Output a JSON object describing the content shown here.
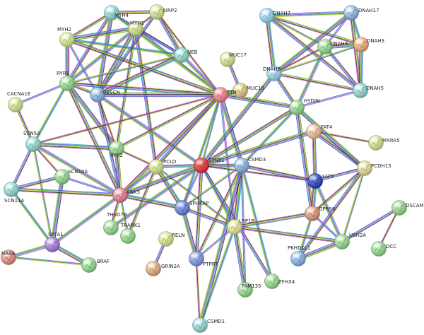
{
  "edge_colors": [
    "#4a4ad9",
    "#2aa52a",
    "#d4c52a",
    "#1a1a1a",
    "#cc44cc",
    "#2ab0c8"
  ],
  "nodes": [
    {
      "id": "MYH4",
      "label": "MYH4",
      "color": "#9ed4cf"
    },
    {
      "id": "XIRP2",
      "label": "XIRP2",
      "color": "#cfe09a"
    },
    {
      "id": "MYH2",
      "label": "MYH2",
      "color": "#cfe09a"
    },
    {
      "id": "MYH1",
      "label": "MYH1",
      "color": "#cfe09a"
    },
    {
      "id": "NEB",
      "label": "NEB",
      "color": "#9ed4cf"
    },
    {
      "id": "MUC17",
      "label": "MUC17",
      "color": "#cfe09a"
    },
    {
      "id": "RYR1",
      "label": "RYR1",
      "color": "#9fd69a"
    },
    {
      "id": "OBSCN",
      "label": "OBSCN",
      "color": "#96b6e0"
    },
    {
      "id": "TTN",
      "label": "TTN",
      "color": "#ea8f8f"
    },
    {
      "id": "MUC16",
      "label": "MUC16",
      "color": "#d9c88f"
    },
    {
      "id": "CACNA1E",
      "label": "CACNA1E",
      "color": "#cfe09a"
    },
    {
      "id": "DNAH7",
      "label": "DNAH7",
      "color": "#9fcfe6"
    },
    {
      "id": "DNAH17",
      "label": "DNAH17",
      "color": "#9cb8e0"
    },
    {
      "id": "DNAH9",
      "label": "DNAH9",
      "color": "#9fd69a"
    },
    {
      "id": "DNAH3",
      "label": "DNAH3",
      "color": "#e9b08f"
    },
    {
      "id": "DNAH8",
      "label": "DNAH8",
      "color": "#9fcfe6"
    },
    {
      "id": "DNAH5",
      "label": "DNAH5",
      "color": "#9ed4cf"
    },
    {
      "id": "HYDIN",
      "label": "HYDIN",
      "color": "#9fd69a"
    },
    {
      "id": "SCN5A",
      "label": "SCN5A",
      "color": "#9ed4cf"
    },
    {
      "id": "RYR2",
      "label": "RYR2",
      "color": "#9fd69a"
    },
    {
      "id": "PCLO",
      "label": "PCLO",
      "color": "#cfe09a"
    },
    {
      "id": "SYNE1",
      "label": "SYNE1",
      "color": "#e05050"
    },
    {
      "id": "CSMD3",
      "label": "CSMD3",
      "color": "#96b6e0"
    },
    {
      "id": "FAT4",
      "label": "FAT4",
      "color": "#e9c0a6"
    },
    {
      "id": "MXRA5",
      "label": "MXRA5",
      "color": "#cfe09a"
    },
    {
      "id": "SCN10A",
      "label": "SCN10A",
      "color": "#9fd69a"
    },
    {
      "id": "ANK3",
      "label": "ANK3",
      "color": "#e08f9a"
    },
    {
      "id": "FAT3",
      "label": "FAT3",
      "color": "#4a5ec0"
    },
    {
      "id": "PCDH15",
      "label": "PCDH15",
      "color": "#e0d6a0"
    },
    {
      "id": "SCN11A",
      "label": "SCN11A",
      "color": "#9ed4cf"
    },
    {
      "id": "SPHKAP",
      "label": "SPHKAP",
      "color": "#7a8fd6"
    },
    {
      "id": "THSD7B",
      "label": "THSD7B",
      "color": "#9fd69a"
    },
    {
      "id": "LRP1B",
      "label": "LRP1B",
      "color": "#e0e0a0"
    },
    {
      "id": "GPR98",
      "label": "GPR98",
      "color": "#d9a088"
    },
    {
      "id": "DSCAM",
      "label": "DSCAM",
      "color": "#9fd69a"
    },
    {
      "id": "TRANK1",
      "label": "TRANK1",
      "color": "#9fd69a"
    },
    {
      "id": "RELN",
      "label": "RELN",
      "color": "#cfe09a"
    },
    {
      "id": "SPTA1",
      "label": "SPTA1",
      "color": "#a98ad9"
    },
    {
      "id": "NRAS",
      "label": "NRAS",
      "color": "#d99a8f"
    },
    {
      "id": "USH2A",
      "label": "USH2A",
      "color": "#9fd69a"
    },
    {
      "id": "DCC",
      "label": "DCC",
      "color": "#9fd69a"
    },
    {
      "id": "PTPRT",
      "label": "PTPRT",
      "color": "#8fa0e0"
    },
    {
      "id": "PKHD1L1",
      "label": "PKHD1L1",
      "color": "#96b6e0"
    },
    {
      "id": "BRAF",
      "label": "BRAF",
      "color": "#9fd69a"
    },
    {
      "id": "GRIN2A",
      "label": "GRIN2A",
      "color": "#e0b08f"
    },
    {
      "id": "ZFHX4",
      "label": "ZFHX4",
      "color": "#9fd69a"
    },
    {
      "id": "FAM135B",
      "label": "FAM135",
      "color": "#9fd69a"
    },
    {
      "id": "CSMD1",
      "label": "CSMD1",
      "color": "#9ed4cf"
    }
  ],
  "edges": [
    [
      "MYH4",
      "MYH1"
    ],
    [
      "MYH4",
      "MYH2"
    ],
    [
      "MYH4",
      "RYR1"
    ],
    [
      "MYH4",
      "OBSCN"
    ],
    [
      "MYH4",
      "NEB"
    ],
    [
      "MYH4",
      "TTN"
    ],
    [
      "MYH4",
      "XIRP2"
    ],
    [
      "MYH1",
      "MYH2"
    ],
    [
      "MYH1",
      "XIRP2"
    ],
    [
      "MYH1",
      "NEB"
    ],
    [
      "MYH1",
      "RYR1"
    ],
    [
      "MYH1",
      "OBSCN"
    ],
    [
      "MYH1",
      "TTN"
    ],
    [
      "MYH1",
      "RYR2"
    ],
    [
      "MYH1",
      "PCLO"
    ],
    [
      "MYH2",
      "RYR1"
    ],
    [
      "MYH2",
      "OBSCN"
    ],
    [
      "MYH2",
      "NEB"
    ],
    [
      "MYH2",
      "TTN"
    ],
    [
      "XIRP2",
      "NEB"
    ],
    [
      "XIRP2",
      "TTN"
    ],
    [
      "XIRP2",
      "OBSCN"
    ],
    [
      "NEB",
      "TTN"
    ],
    [
      "NEB",
      "OBSCN"
    ],
    [
      "NEB",
      "RYR1"
    ],
    [
      "RYR1",
      "OBSCN"
    ],
    [
      "RYR1",
      "TTN"
    ],
    [
      "RYR1",
      "RYR2"
    ],
    [
      "RYR1",
      "CACNA1E"
    ],
    [
      "RYR1",
      "SCN5A"
    ],
    [
      "RYR1",
      "ANK3"
    ],
    [
      "OBSCN",
      "TTN"
    ],
    [
      "OBSCN",
      "RYR2"
    ],
    [
      "OBSCN",
      "ANK3"
    ],
    [
      "OBSCN",
      "SYNE1"
    ],
    [
      "TTN",
      "MUC16"
    ],
    [
      "TTN",
      "SYNE1"
    ],
    [
      "TTN",
      "RYR2"
    ],
    [
      "TTN",
      "PCLO"
    ],
    [
      "TTN",
      "CSMD3"
    ],
    [
      "TTN",
      "LRP1B"
    ],
    [
      "TTN",
      "SPHKAP"
    ],
    [
      "TTN",
      "ANK3"
    ],
    [
      "TTN",
      "HYDIN"
    ],
    [
      "TTN",
      "SCN5A"
    ],
    [
      "MUC17",
      "MUC16"
    ],
    [
      "DNAH7",
      "DNAH17"
    ],
    [
      "DNAH7",
      "DNAH8"
    ],
    [
      "DNAH7",
      "DNAH9"
    ],
    [
      "DNAH7",
      "DNAH3"
    ],
    [
      "DNAH7",
      "DNAH5"
    ],
    [
      "DNAH17",
      "DNAH8"
    ],
    [
      "DNAH17",
      "DNAH9"
    ],
    [
      "DNAH17",
      "DNAH3"
    ],
    [
      "DNAH17",
      "DNAH5"
    ],
    [
      "DNAH9",
      "DNAH3"
    ],
    [
      "DNAH9",
      "DNAH8"
    ],
    [
      "DNAH9",
      "DNAH5"
    ],
    [
      "DNAH9",
      "HYDIN"
    ],
    [
      "DNAH3",
      "DNAH5"
    ],
    [
      "DNAH3",
      "DNAH8"
    ],
    [
      "DNAH8",
      "DNAH5"
    ],
    [
      "DNAH8",
      "HYDIN"
    ],
    [
      "DNAH8",
      "SYNE1"
    ],
    [
      "DNAH5",
      "HYDIN"
    ],
    [
      "HYDIN",
      "CSMD3"
    ],
    [
      "HYDIN",
      "SYNE1"
    ],
    [
      "HYDIN",
      "GPR98"
    ],
    [
      "SCN5A",
      "SCN10A"
    ],
    [
      "SCN5A",
      "SCN11A"
    ],
    [
      "SCN5A",
      "ANK3"
    ],
    [
      "SCN5A",
      "RYR2"
    ],
    [
      "SCN5A",
      "SPTA1"
    ],
    [
      "SCN5A",
      "CACNA1E"
    ],
    [
      "SCN10A",
      "SCN11A"
    ],
    [
      "SCN10A",
      "SPTA1"
    ],
    [
      "SCN10A",
      "ANK3"
    ],
    [
      "SCN11A",
      "SPTA1"
    ],
    [
      "SCN11A",
      "ANK3"
    ],
    [
      "RYR2",
      "ANK3"
    ],
    [
      "RYR2",
      "PCLO"
    ],
    [
      "PCLO",
      "SYNE1"
    ],
    [
      "PCLO",
      "ANK3"
    ],
    [
      "PCLO",
      "SPHKAP"
    ],
    [
      "PCLO",
      "LRP1B"
    ],
    [
      "PCLO",
      "TRANK1"
    ],
    [
      "SYNE1",
      "CSMD3"
    ],
    [
      "SYNE1",
      "ANK3"
    ],
    [
      "SYNE1",
      "SPHKAP"
    ],
    [
      "SYNE1",
      "LRP1B"
    ],
    [
      "SYNE1",
      "PTPRT"
    ],
    [
      "SYNE1",
      "FAT4"
    ],
    [
      "SYNE1",
      "FAT3"
    ],
    [
      "SYNE1",
      "ZFHX4"
    ],
    [
      "SYNE1",
      "THSD7B"
    ],
    [
      "CSMD3",
      "LRP1B"
    ],
    [
      "CSMD3",
      "SPHKAP"
    ],
    [
      "CSMD3",
      "PTPRT"
    ],
    [
      "CSMD3",
      "FAT3"
    ],
    [
      "CSMD3",
      "CSMD1"
    ],
    [
      "CSMD3",
      "FAM135B"
    ],
    [
      "CSMD3",
      "ZFHX4"
    ],
    [
      "FAT4",
      "FAT3"
    ],
    [
      "FAT4",
      "PCDH15"
    ],
    [
      "FAT4",
      "MXRA5"
    ],
    [
      "FAT3",
      "PCDH15"
    ],
    [
      "FAT3",
      "USH2A"
    ],
    [
      "FAT3",
      "GPR98"
    ],
    [
      "PCDH15",
      "USH2A"
    ],
    [
      "PCDH15",
      "GPR98"
    ],
    [
      "PCDH15",
      "PKHD1L1"
    ],
    [
      "PCDH15",
      "HYDIN"
    ],
    [
      "GPR98",
      "USH2A"
    ],
    [
      "GPR98",
      "PKHD1L1"
    ],
    [
      "GPR98",
      "LRP1B"
    ],
    [
      "USH2A",
      "PKHD1L1"
    ],
    [
      "DSCAM",
      "DCC"
    ],
    [
      "DSCAM",
      "USH2A"
    ],
    [
      "ANK3",
      "SPTA1"
    ],
    [
      "ANK3",
      "SPHKAP"
    ],
    [
      "ANK3",
      "TRANK1"
    ],
    [
      "ANK3",
      "THSD7B"
    ],
    [
      "SPHKAP",
      "LRP1B"
    ],
    [
      "SPHKAP",
      "PTPRT"
    ],
    [
      "LRP1B",
      "PTPRT"
    ],
    [
      "LRP1B",
      "CSMD1"
    ],
    [
      "LRP1B",
      "USH2A"
    ],
    [
      "LRP1B",
      "FAM135B"
    ],
    [
      "PTPRT",
      "CSMD1"
    ],
    [
      "RELN",
      "GRIN2A"
    ],
    [
      "SPTA1",
      "NRAS"
    ],
    [
      "SPTA1",
      "BRAF"
    ],
    [
      "NRAS",
      "BRAF"
    ]
  ]
}
